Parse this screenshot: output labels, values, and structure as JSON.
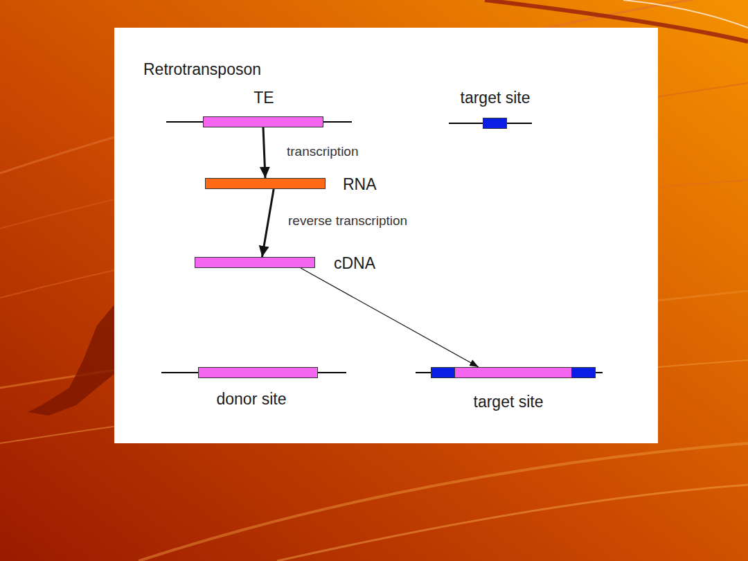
{
  "diagram": {
    "title": "Retrotransposon",
    "nodes": [
      {
        "text": [
          "TE"
        ]
      },
      {
        "text": [
          "target site"
        ]
      },
      {
        "text": [
          "RNA"
        ]
      },
      {
        "text": [
          "cDNA"
        ]
      },
      {
        "text": [
          "donor site"
        ]
      },
      {
        "text": [
          "target site"
        ]
      }
    ],
    "edges": [
      {
        "from": 0,
        "to": 2,
        "label": "transcription",
        "arrow": "to"
      },
      {
        "from": 2,
        "to": 3,
        "label": "reverse transcription",
        "arrow": "to"
      },
      {
        "from": 3,
        "to": 5,
        "arrow": "to"
      }
    ]
  }
}
